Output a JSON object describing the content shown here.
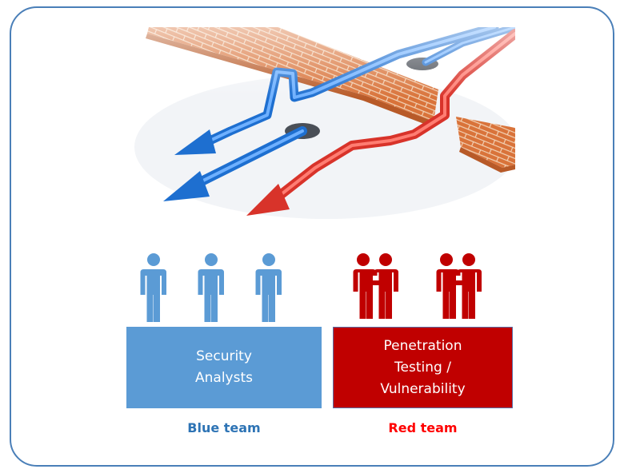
{
  "colors": {
    "frame": "#4a7fb8",
    "blue": "#5b9bd5",
    "blue_person": "#5b9bd5",
    "blue_label": "#2e74b5",
    "red": "#c00000",
    "red_label": "#ff0000",
    "brick": "#d9733a"
  },
  "illustration": {
    "icon": "firewall-bypass-arrows-icon"
  },
  "blue_team": {
    "box_lines": [
      "Security",
      "Analysts"
    ],
    "label": "Blue team",
    "people_icon": "person-icon"
  },
  "red_team": {
    "box_lines": [
      "Penetration",
      "Testing /",
      "Vulnerability"
    ],
    "label": "Red team",
    "people_icon": "person-pair-icon"
  }
}
